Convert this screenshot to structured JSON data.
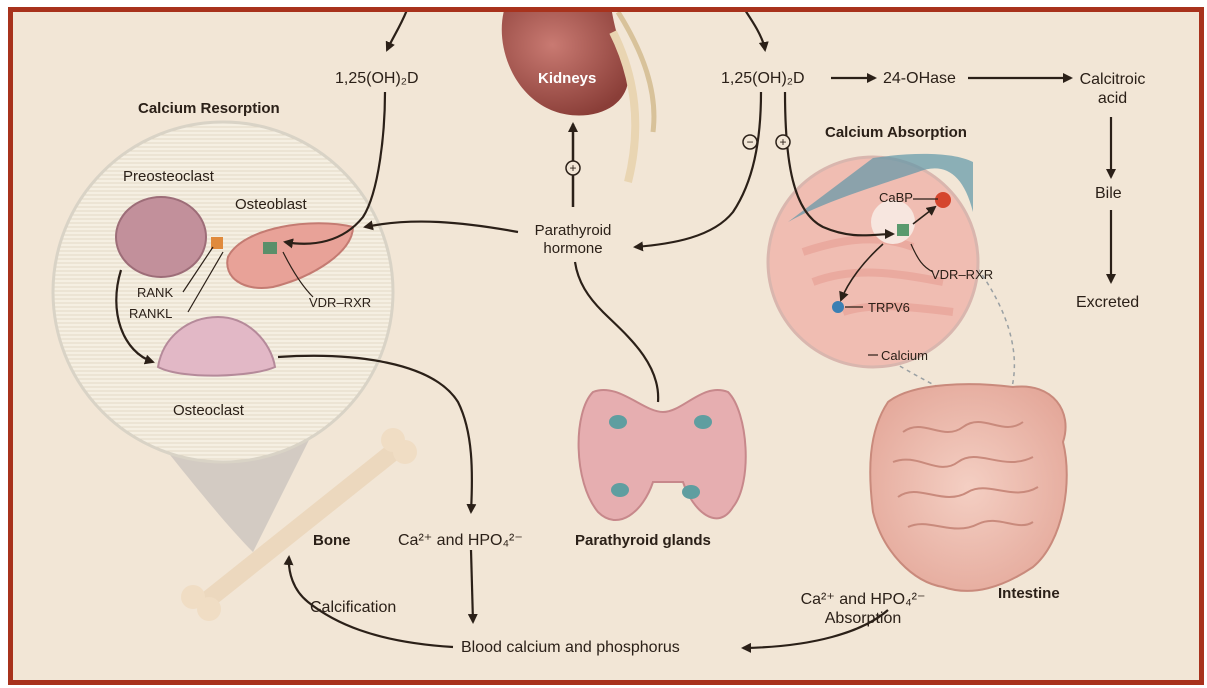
{
  "labels": {
    "vitd_left": "1,25(OH)₂D",
    "vitd_right": "1,25(OH)₂D",
    "kidneys": "Kidneys",
    "ohase": "24-OHase",
    "calcitroic": "Calcitroic acid",
    "bile": "Bile",
    "excreted": "Excreted",
    "calcium_resorption": "Calcium Resorption",
    "calcium_absorption": "Calcium Absorption",
    "preosteoclast": "Preosteoclast",
    "osteoblast": "Osteoblast",
    "rank": "RANK",
    "rankl": "RANKL",
    "vdr_rxr_left": "VDR–RXR",
    "osteoclast": "Osteoclast",
    "pth": "Parathyroid hormone",
    "cabp": "CaBP",
    "vdr_rxr_right": "VDR–RXR",
    "trpv6": "TRPV6",
    "calcium": "Calcium",
    "bone": "Bone",
    "ca_hpo_mid": "Ca²⁺ and HPO₄²⁻",
    "parathyroid_glands": "Parathyroid glands",
    "intestine": "Intestine",
    "ca_hpo_abs": "Ca²⁺ and HPO₄²⁻",
    "absorption": "Absorption",
    "calcification": "Calcification",
    "blood": "Blood calcium and phosphorus"
  },
  "signs": {
    "plus": "+",
    "minus": "−"
  },
  "colors": {
    "frame_border": "#a8321c",
    "background": "#f2e6d6",
    "arrow": "#2b2018",
    "tissue_pink": "#e9a9a0",
    "gland_blue": "#5f9ea0"
  }
}
